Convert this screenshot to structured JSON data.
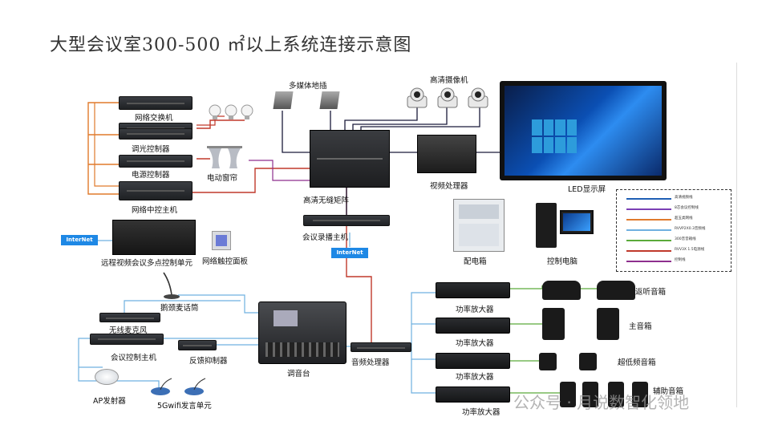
{
  "title": "大型会议室300-500 ㎡以上系统连接示意图",
  "labels": {
    "multimedia_box": "多媒体地插",
    "hd_camera": "高清摄像机",
    "network_switch": "网络交换机",
    "dimmer": "调光控制器",
    "power_controller": "电源控制器",
    "curtain": "电动窗帘",
    "central_control": "网络中控主机",
    "matrix": "高清无缝矩阵",
    "video_processor": "视频处理器",
    "led_screen": "LED显示屏",
    "recorder": "会议录播主机",
    "mcu": "远程视频会议多点控制单元",
    "touch_panel": "网络触控面板",
    "distribution_box": "配电箱",
    "control_pc": "控制电脑",
    "gooseneck_mic": "鹅颈麦话筒",
    "wireless_mic": "无线麦克风",
    "conference_host": "会议控制主机",
    "feedback_suppressor": "反馈抑制器",
    "mixer": "调音台",
    "audio_processor": "音频处理器",
    "ap": "AP发射器",
    "wifi_unit": "5Gwifi发言单元",
    "amp1": "功率放大器",
    "amp2": "功率放大器",
    "amp3": "功率放大器",
    "amp4": "功率放大器",
    "monitor_speaker": "返听音箱",
    "main_speaker": "主音箱",
    "subwoofer": "超低频音箱",
    "aux_speaker": "辅助音箱",
    "internet_1": "InterNet",
    "internet_2": "InterNet"
  },
  "legend": [
    {
      "color": "#1f5fb4",
      "text": "高清视频线"
    },
    {
      "color": "#7b3fb5",
      "text": "8芯会议控制线"
    },
    {
      "color": "#e07a2c",
      "text": "超五类网线"
    },
    {
      "color": "#6fb0e0",
      "text": "RVVP2X0.3音频线"
    },
    {
      "color": "#5aaa3a",
      "text": "300音音箱线"
    },
    {
      "color": "#c0392b",
      "text": "RVV3X 1.5电源线"
    },
    {
      "color": "#8e2f8e",
      "text": "控制线"
    }
  ],
  "watermark": "公众号 · 月说数智化领地"
}
